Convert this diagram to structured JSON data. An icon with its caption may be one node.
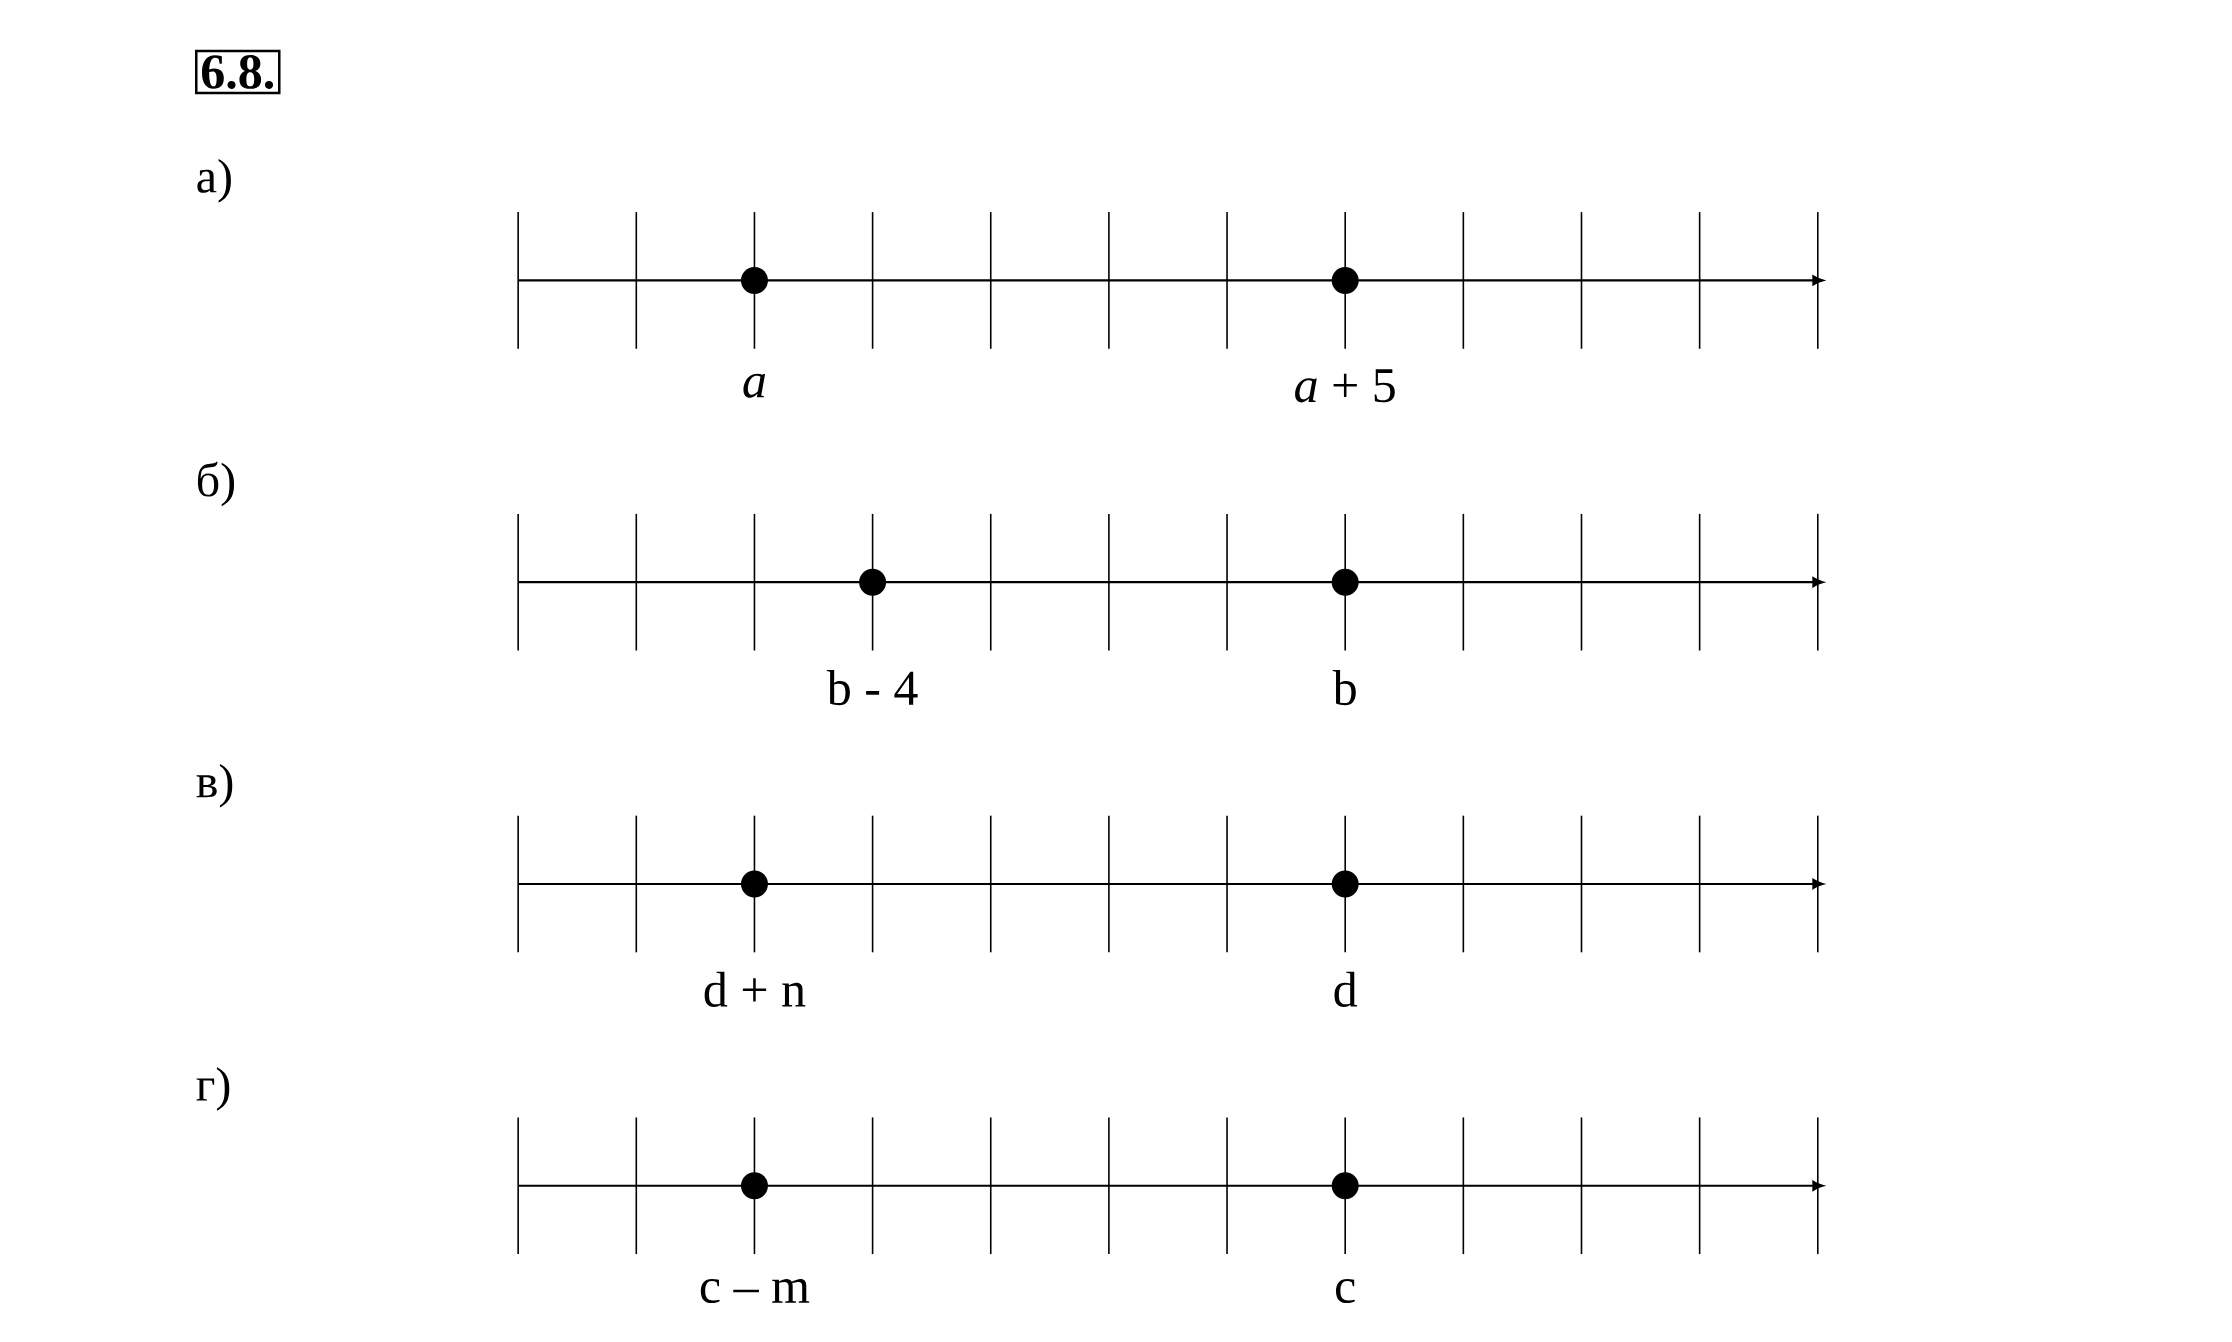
{
  "diagram": {
    "title": "6.8.",
    "nodes": [
      {
        "text": [],
        "shape": "circle",
        "beside": [
          "a"
        ]
      },
      {
        "text": [],
        "shape": "circle",
        "beside": [
          "*a* + 5"
        ]
      },
      {
        "text": [],
        "shape": "circle",
        "beside": [
          "b - 4"
        ]
      },
      {
        "text": [],
        "shape": "circle",
        "beside": [
          "b"
        ]
      },
      {
        "text": [],
        "shape": "circle",
        "beside": [
          "d + n"
        ]
      },
      {
        "text": [],
        "shape": "circle",
        "beside": [
          "d"
        ]
      },
      {
        "text": [],
        "shape": "circle",
        "beside": [
          "c – m"
        ]
      },
      {
        "text": [],
        "shape": "circle",
        "beside": [
          "c"
        ]
      }
    ],
    "labels": [
      "а)",
      "б)",
      "в)",
      "г)"
    ]
  }
}
